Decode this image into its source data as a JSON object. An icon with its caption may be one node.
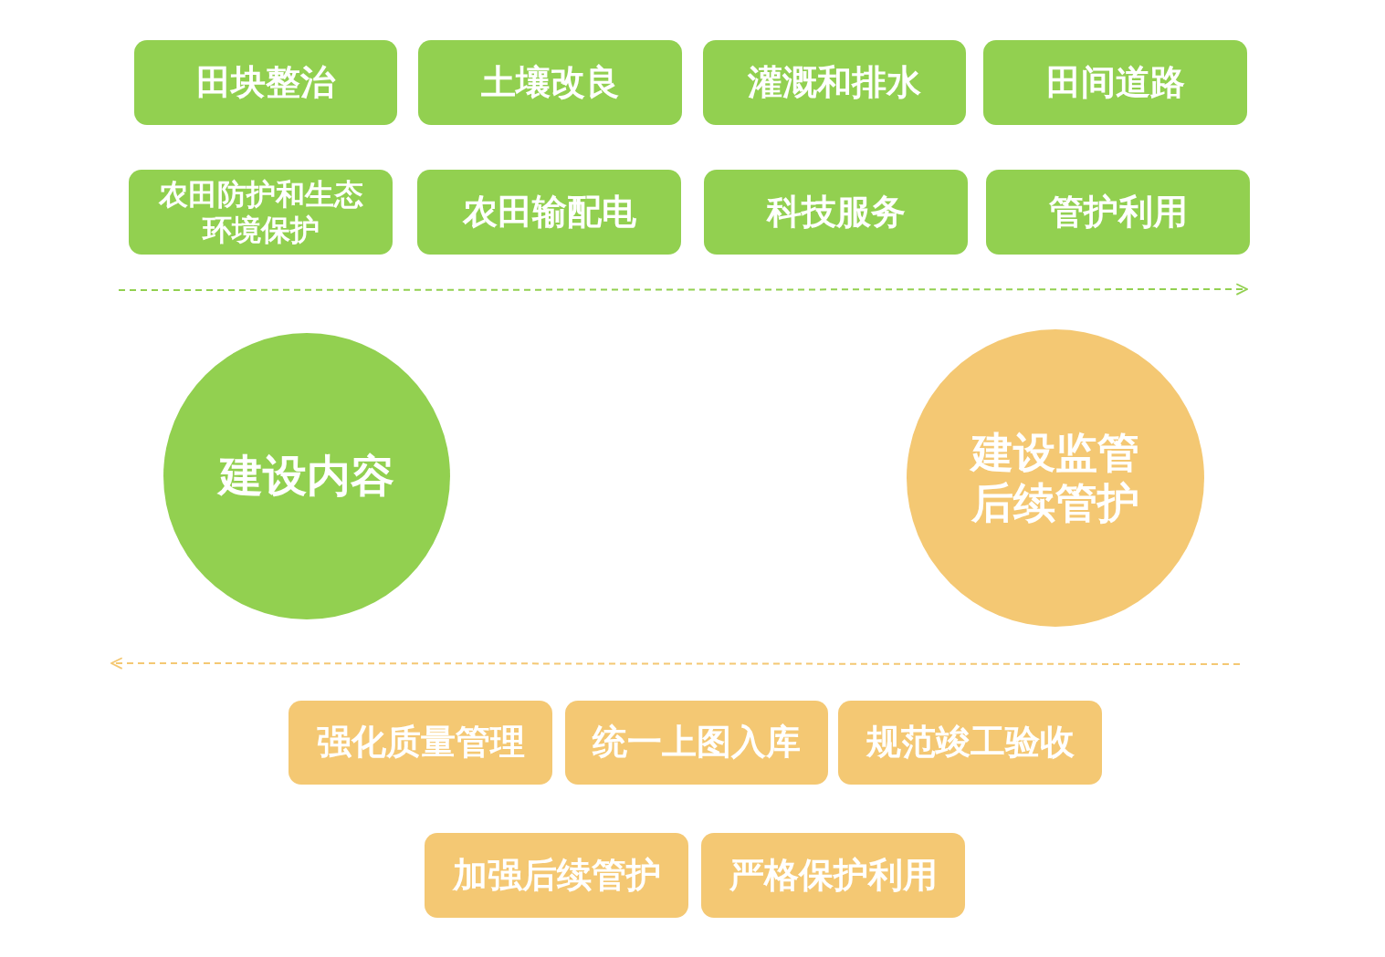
{
  "diagram": {
    "nodes": [
      {
        "text": [
          "田块整治"
        ]
      },
      {
        "text": [
          "土壤改良"
        ]
      },
      {
        "text": [
          "灌溉和排水"
        ]
      },
      {
        "text": [
          "田间道路"
        ]
      },
      {
        "text": [
          "农田防护和生态环境保护"
        ]
      },
      {
        "text": [
          "农田输配电"
        ]
      },
      {
        "text": [
          "科技服务"
        ]
      },
      {
        "text": [
          "管护利用"
        ]
      },
      {
        "text": [
          "建设内容"
        ]
      },
      {
        "text": [
          "建设监管后续管护"
        ]
      },
      {
        "text": [
          "强化质量管理"
        ]
      },
      {
        "text": [
          "统一上图入库"
        ]
      },
      {
        "text": [
          "规范竣工验收"
        ]
      },
      {
        "text": [
          "加强后续管护"
        ]
      },
      {
        "text": [
          "严格保护利用"
        ]
      }
    ]
  }
}
